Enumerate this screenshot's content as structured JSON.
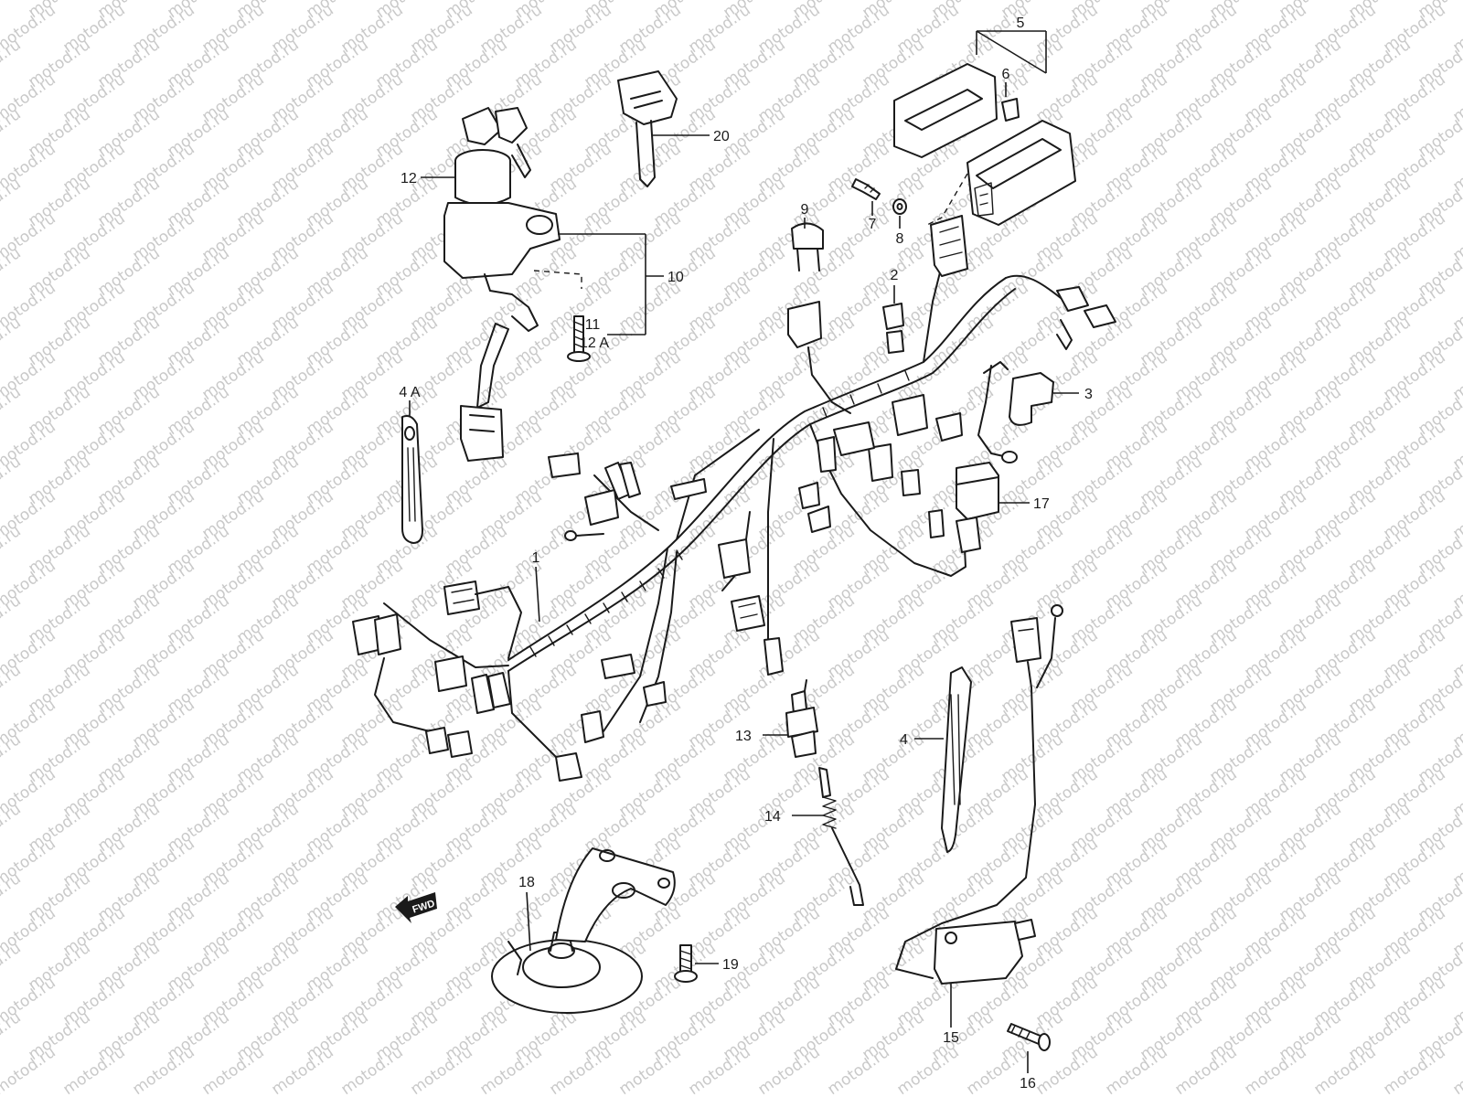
{
  "watermark": "motod.ru",
  "fwd_label": "FWD",
  "callouts": {
    "c1": "1",
    "c2": "2",
    "c3": "3",
    "c4": "4",
    "c4a": "4 A",
    "c5": "5",
    "c6": "6",
    "c7": "7",
    "c8": "8",
    "c9": "9",
    "c10": "10",
    "c11": "11",
    "c12": "12",
    "c12a": "12 A",
    "c13": "13",
    "c14": "14",
    "c15": "15",
    "c16": "16",
    "c17": "17",
    "c18": "18",
    "c19": "19",
    "c20": "20"
  }
}
